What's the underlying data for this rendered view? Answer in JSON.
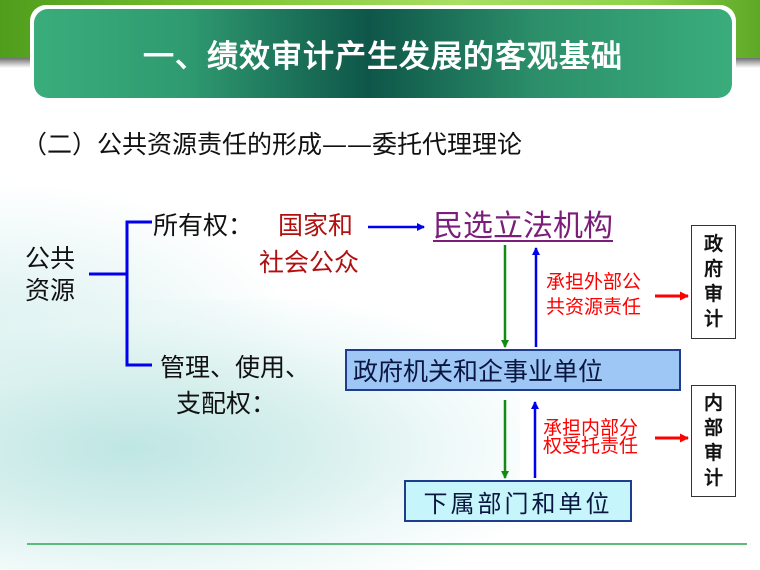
{
  "slide": {
    "title": "一、绩效审计产生发展的客观基础",
    "subtitle": "（二）公共资源责任的形成——委托代理理论"
  },
  "diagram": {
    "root": {
      "line1": "公共",
      "line2": "资源"
    },
    "branch_ownership": {
      "label": "所有权：",
      "owner_line1": "国家和",
      "owner_line2": "社会公众",
      "target": "民选立法机构"
    },
    "branch_management": {
      "label_line1": "管理、使用、",
      "label_line2": "支配权："
    },
    "box_government": "政府机关和企事业单位",
    "box_subordinate": "下属部门和单位",
    "external_responsibility": {
      "line1": "承担外部公",
      "line2": "共资源责任"
    },
    "internal_responsibility": {
      "line1": "承担内部分",
      "line2": "权受托责任"
    },
    "audit_government": [
      "政",
      "府",
      "审",
      "计"
    ],
    "audit_internal": [
      "内",
      "部",
      "审",
      "计"
    ],
    "colors": {
      "bracket": "#0000ee",
      "down_arrow": "#138a13",
      "up_arrow": "#0000ee",
      "responsibility_text": "#ff0000",
      "owner_text": "#b01010",
      "legislature_text": "#7a1e7a",
      "gov_box_fill": "#9ec7f5",
      "sub_box_fill": "#c6f6fb"
    }
  }
}
